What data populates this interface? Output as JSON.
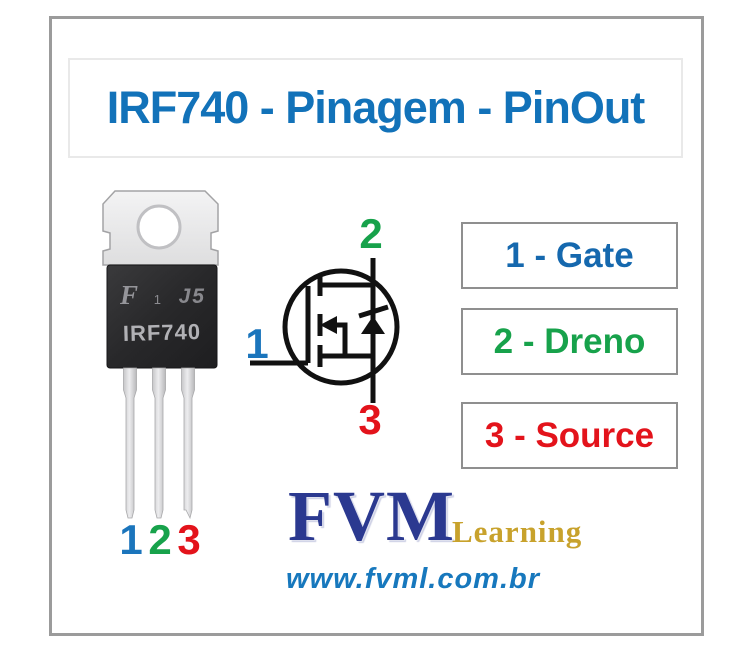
{
  "title": "IRF740 - Pinagem - PinOut",
  "package": {
    "logo": "F",
    "logo_sub": "1",
    "lot_code": "J5",
    "part_number": "IRF740"
  },
  "schematic": {
    "pins": [
      {
        "number": "1",
        "name": "gate",
        "color": "#1b75bc"
      },
      {
        "number": "2",
        "name": "drain",
        "color": "#17a24b"
      },
      {
        "number": "3",
        "name": "source",
        "color": "#e3131b"
      }
    ]
  },
  "pin_labels": [
    {
      "label": "1 - Gate",
      "color": "#1568ae"
    },
    {
      "label": "2 - Dreno",
      "color": "#17a24b"
    },
    {
      "label": "3 - Source",
      "color": "#e3131b"
    }
  ],
  "leg_numbers": [
    {
      "number": "1",
      "color": "#1b75bc"
    },
    {
      "number": "2",
      "color": "#17a24b"
    },
    {
      "number": "3",
      "color": "#e3131b"
    }
  ],
  "brand": {
    "name": "FVM",
    "tagline": "Learning",
    "website": "www.fvml.com.br"
  },
  "colors": {
    "title_blue": "#1272b9",
    "frame_gray": "#9b9b9b",
    "box_border_gray": "#8f8f8f",
    "gate_blue": "#1b75bc",
    "dreno_green": "#17a24b",
    "source_red": "#e3131b",
    "brand_navy": "#2b3990",
    "brand_gold": "#c8a22c",
    "website_blue": "#1778bd",
    "schematic_black": "#111111"
  }
}
